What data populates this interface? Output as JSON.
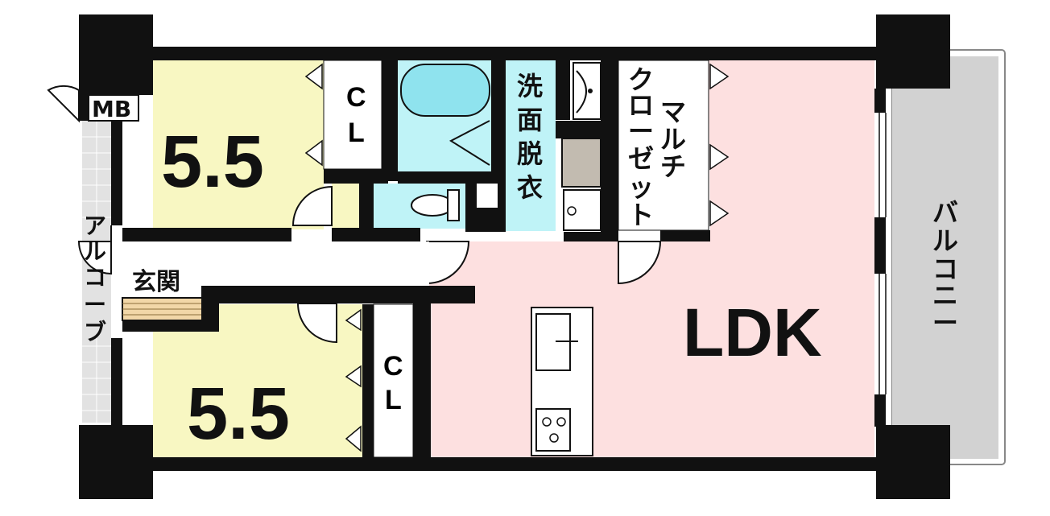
{
  "colors": {
    "wall": "#111111",
    "bedroom": "#f8f7c2",
    "ldk": "#fde0e0",
    "wet": "#bff3f7",
    "balcony": "#d2d2d2",
    "alcove": "#e2e2e2",
    "fridge": "#c2bbb0",
    "floor": "#ffffff"
  },
  "rooms": {
    "bedroom_top_size": "5.5",
    "bedroom_bottom_size": "5.5",
    "ldk": "LDK",
    "entrance": "玄関",
    "mb": "MB",
    "closet_c": "C",
    "closet_l": "L",
    "washroom": [
      "洗",
      "面",
      "脱",
      "衣"
    ],
    "multi_closet_col1": [
      "ク",
      "ロ",
      "ー",
      "ゼ",
      "ッ",
      "ト"
    ],
    "multi_closet_col2": [
      "マ",
      "ル",
      "チ"
    ],
    "balcony": [
      "バ",
      "ル",
      "コ",
      "ニ",
      "ー"
    ],
    "alcove": [
      "ア",
      "ル",
      "コ",
      "ー",
      "ブ"
    ]
  }
}
